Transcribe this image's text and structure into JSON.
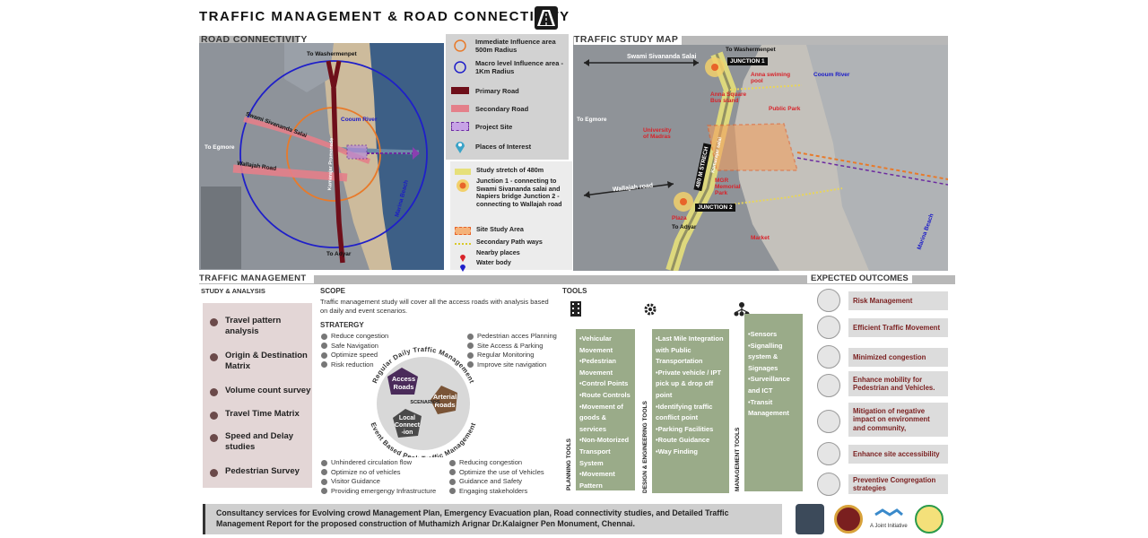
{
  "title": "TRAFFIC MANAGEMENT & ROAD CONNECTIVITY",
  "road_connectivity": {
    "header": "ROAD CONNECTIVITY",
    "labels": {
      "washermenpet": "To Washermenpet",
      "egmore": "To Egmore",
      "adyar": "To Adyar",
      "swami": "Swami Sivananda Salai",
      "wallajah": "Wallajah Road",
      "kamarajar": "Kamarajar Promenade",
      "cooum": "Cooum River",
      "marina": "Marina Beach"
    },
    "legend": [
      {
        "label": "Immediate Influence area 500m Radius",
        "icon": "orange-circle-icon"
      },
      {
        "label": "Macro level Influence area - 1Km Radius",
        "icon": "blue-circle-icon"
      },
      {
        "label": "Primary Road",
        "icon": "maroon-bar-icon"
      },
      {
        "label": "Secondary Road",
        "icon": "pink-bar-icon"
      },
      {
        "label": "Project Site",
        "icon": "purple-dashed-icon"
      },
      {
        "label": "Places of Interest",
        "icon": "pin-icon"
      }
    ]
  },
  "study_legend": [
    {
      "label": "Study stretch of 480m"
    },
    {
      "label": "Junction 1  - connecting to Swami Sivananda salai and Napiers bridge Junction 2  - connecting to Wallajah road"
    },
    {
      "label": "Site Study Area"
    },
    {
      "label": "Secondary Path ways"
    },
    {
      "label": "Nearby places"
    },
    {
      "label": "Water body"
    }
  ],
  "traffic_study": {
    "header": "TRAFFIC STUDY MAP",
    "labels": {
      "washermenpet": "To Washermenpet",
      "swami": "Swami Sivananda Salai",
      "junction1": "JUNCTION 1",
      "junction2": "JUNCTION 2",
      "anna_pool": "Anna swiming pool",
      "cooum": "Cooum River",
      "anna_bus": "Anna Square Bus stand",
      "public_park": "Public Park",
      "egmore": "To Egmore",
      "university": "University of Madras",
      "stretch": "480 M STRECH",
      "kamarajar": "Kamarajar salai",
      "mgr": "MGR Memorial Park",
      "wallajah": "Wallajah road",
      "plaza": "Plaza",
      "adyar": "To Adyar",
      "market": "Market",
      "marina": "Marina Beach"
    }
  },
  "traffic_management": {
    "header": "TRAFFIC MANAGEMENT",
    "subheader": "STUDY & ANALYSIS",
    "items": [
      "Travel pattern analysis",
      "Origin & Destination Matrix",
      "Volume count survey",
      "Travel Time Matrix",
      "Speed and Delay studies",
      "Pedestrian Survey"
    ]
  },
  "scope": {
    "title": "SCOPE",
    "text": "Traffic management study will cover all the access roads with analysis based on daily and event scenarios.",
    "strategy_title": "STRATERGY",
    "strategy_left": [
      "Reduce congestion",
      "Safe Navigation",
      "Optimize speed",
      "Risk reduction"
    ],
    "strategy_right": [
      "Pedestrian acces Planning",
      "Site Access & Parking",
      "Regular Monitoring",
      "Improve site navigation"
    ],
    "circle_top": "Regular Daily Traffic Management",
    "circle_bottom": "Event Based Peak Traffic Management",
    "center": "SCENARIOS",
    "nodes": {
      "access": "Access Roads",
      "arterial": "Arterial Roads",
      "local": "Local Connect -ion"
    },
    "bottom_left": [
      "Unhindered circulation flow",
      "Optimize no of vehicles",
      "Visitor Guidance",
      "Providing emergengy Infrastructure"
    ],
    "bottom_right": [
      "Reducing congestion",
      "Optimize the use of Vehicles",
      "Guidance and Safety",
      "Engaging stakeholders"
    ]
  },
  "tools": {
    "title": "TOOLS",
    "planning_label": "PLANNING TOOLS",
    "planning": "•Vehicular Movement\n•Pedestrian Movement\n•Control Points\n•Route Controls\n•Movement of goods & services\n•Non-Motorized Transport System\n•Movement Pattern Planning",
    "design_label": "DESIGN & ENGINEERING TOOLS",
    "design": "•Last Mile Integration with Public Transportation\n•Private vehicle / IPT pick up & drop off point\n•Identifying traffic conflict point\n•Parking Facilities\n•Route Guidance\n•Way Finding",
    "management_label": "MANAGEMENT TOOLS",
    "management": "•Sensors\n•Signalling system & Signages\n•Surveillance and ICT\n•Transit Management"
  },
  "outcomes": {
    "header": "EXPECTED OUTCOMES",
    "items": [
      "Risk Management",
      "Efficient Traffic Movement",
      "Minimized congestion",
      "Enhance mobility for Pedestrian and Vehicles.",
      "Mitigation of negative impact on  environment and community,",
      "Enhance site accessibility",
      "Preventive Congregation strategies"
    ]
  },
  "footer": {
    "text": "Consultancy services for Evolving crowd Management Plan, Emergency Evacuation plan, Road connectivity studies, and Detailed Traffic Management Report for the proposed construction of Muthamizh Arignar Dr.Kalaigner Pen Monument, Chennai.",
    "joint": "A Joint Initiative"
  },
  "colors": {
    "maroon": "#6e0f1a",
    "pink": "#e4808a",
    "orange": "#e87a2a",
    "blue": "#1f1fc9",
    "sage": "#9aab89",
    "outcome_text": "#7a1f1f"
  }
}
